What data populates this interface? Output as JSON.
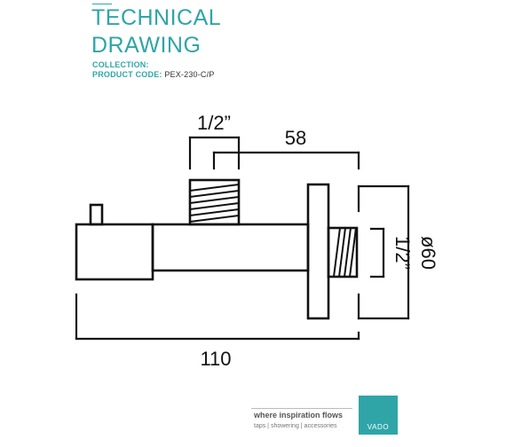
{
  "header": {
    "title_line_1": "TECHNICAL",
    "title_line_2": "DRAWING",
    "collection_label": "COLLECTION:",
    "collection_value": "",
    "product_code_label": "PRODUCT CODE:",
    "product_code_value": "PEX-230-C/P"
  },
  "dimensions": {
    "top_connection": "1/2”",
    "width_to_plate": "58",
    "side_connection": "1/2”",
    "plate_diameter": "ø60",
    "overall_length": "110"
  },
  "footer": {
    "tagline": "where inspiration flows",
    "subtagline": "taps | showering | accessories",
    "logo_text": "VADO"
  },
  "colors": {
    "accent": "#2fa5a8",
    "line": "#111111"
  }
}
